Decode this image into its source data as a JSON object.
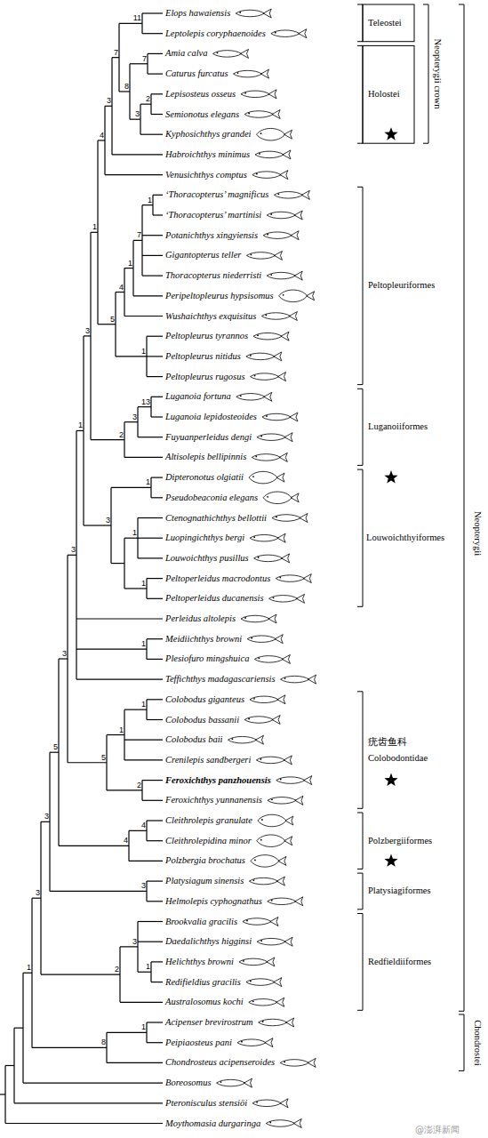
{
  "diagram": {
    "labels": [
      "Elops hawaiensis",
      "Leptolepis coryphaenoides",
      "Amia calva",
      "Caturus furcatus",
      "Lepisosteus osseus",
      "Semionotus elegans",
      "Kyphosichthys grandei",
      "Habroichthys minimus",
      "Venusichthys comptus",
      "‘Thoracopterus’ magnificus",
      "‘Thoracopterus’ martinisi",
      "Potanichthys xingyiensis",
      "Gigantopterus teller",
      "Thoracopterus niederristi",
      "Peripeltopleurus hypsisomus",
      "Wushaichthys exquisitus",
      "Peltopleurus tyrannos",
      "Peltopleurus nitidus",
      "Peltopleurus rugosus",
      "Luganoia fortuna",
      "Luganoia lepidosteoides",
      "Fuyuanperleidus dengi",
      "Altisolepis bellipinnis",
      "Dipteronotus olgiatii",
      "Pseudobeaconia elegans",
      "Ctenognathichthys bellottii",
      "Luopingichthys bergi",
      "Louwoichthys pusillus",
      "Peltoperleidus macrodontus",
      "Peltoperleidus ducanensis",
      "Perleidus altolepis",
      "Meidiichthys browni",
      "Plesiofuro mingshuica",
      "Teffichthys madagascariensis",
      "Colobodus giganteus",
      "Colobodus bassanii",
      "Colobodus baii",
      "Crenilepis sandbergeri",
      "Feroxichthys panzhouensis",
      "Feroxichthys yunnanensis",
      "Cleithrolepis granulate",
      "Cleithrolepidina minor",
      "Polzbergia brochatus",
      "Platysiagum sinensis",
      "Helmolepis cyphognathus",
      "Brookvalia gracilis",
      "Daedalichthys higginsi",
      "Helichthys browni",
      "Redifieldius gracilis",
      "Australosomus kochi",
      "Acipenser brevirostrum",
      "Peipiaosteus pani",
      "Chondrosteus acipenseroides",
      "Boreosomus",
      "Pteronisculus stensiöi",
      "Moythomasia durgaringa",
      "Teleostei",
      "Holostei",
      "Neopterygii crown",
      "Peltopleuriformes",
      "Luganoiiformes",
      "Louwoichthyiformes",
      "疣齿鱼科",
      "Colobodontidae",
      "Polzbergiiformes",
      "Platysiagiformes",
      "Redfieldiiformes",
      "Neopterygii",
      "Chondrostei",
      "1",
      "3",
      "3",
      "5",
      "3",
      "3",
      "1",
      "3",
      "1",
      "4",
      "3",
      "7",
      "11",
      "8",
      "7",
      "3",
      "2",
      "5",
      "4",
      "1",
      "7",
      "1",
      "1",
      "2",
      "3",
      "13",
      "3",
      "1",
      "1",
      "1",
      "1",
      "5",
      "1",
      "1",
      "2",
      "4",
      "4",
      "3",
      "2",
      "3",
      "1",
      "8",
      "1",
      "@澎湃新闻"
    ]
  }
}
